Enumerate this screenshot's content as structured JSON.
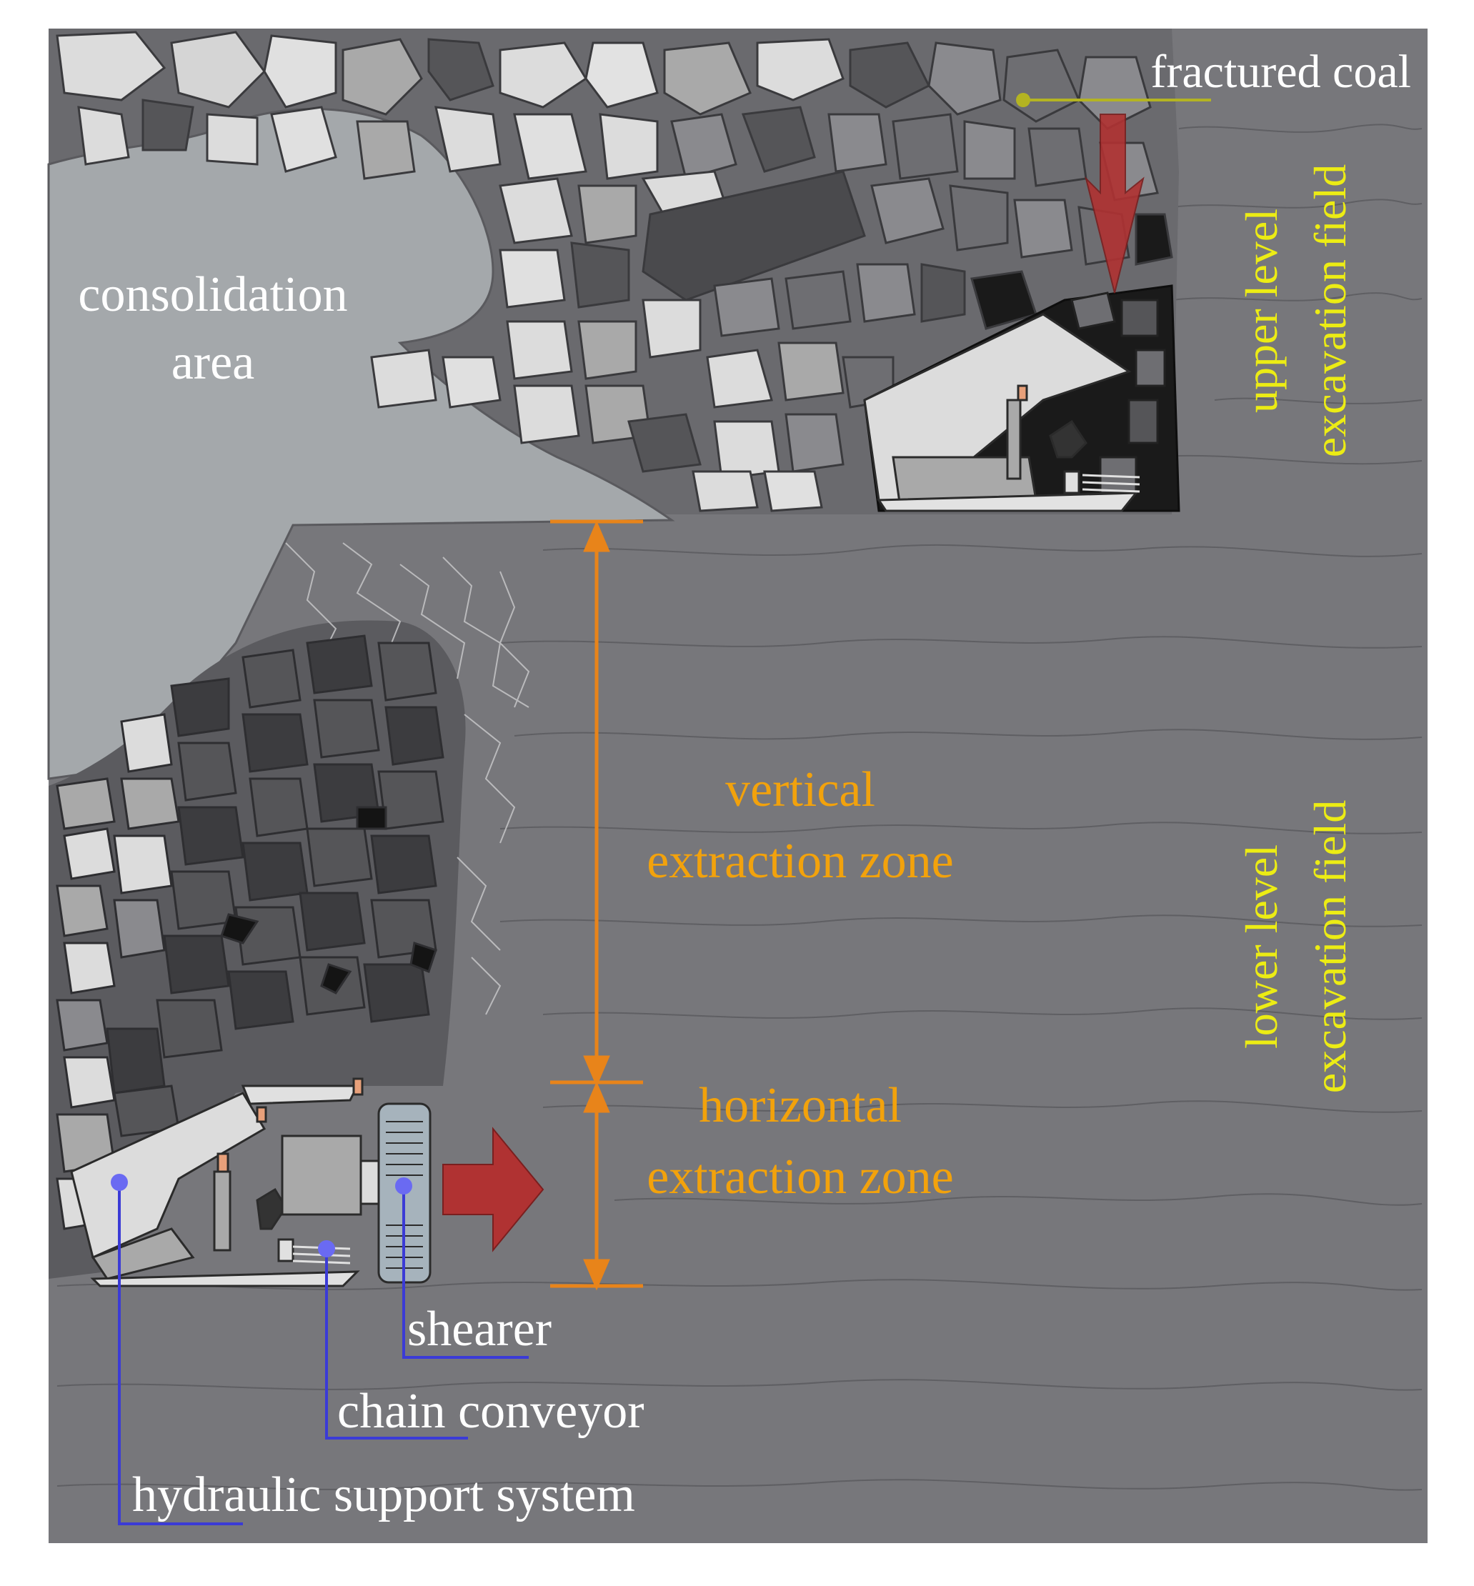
{
  "labels": {
    "fractured_coal": "fractured coal",
    "consolidation_line1": "consolidation",
    "consolidation_line2": "area",
    "upper_field_line1": "upper level",
    "upper_field_line2": "excavation field",
    "lower_field_line1": "lower level",
    "lower_field_line2": "excavation field",
    "vertical_zone_line1": "vertical",
    "vertical_zone_line2": "extraction zone",
    "horizontal_zone_line1": "horizontal",
    "horizontal_zone_line2": "extraction zone",
    "shearer": "shearer",
    "chain_conveyor": "chain conveyor",
    "hydraulic_support": "hydraulic support system"
  },
  "colors": {
    "coal_seam": "#77777b",
    "consolidation_area": "#a4a8ab",
    "rock_light": "#dcdcdc",
    "rock_mid": "#a9a9a9",
    "rock_dark": "#555558",
    "rock_black": "#141414",
    "annotation_orange": "#e8841a",
    "zone_text_orange": "#f2a20c",
    "field_text_yellow": "#ecec14",
    "pointer_blue": "#3b3bd6",
    "pointer_dot_blue": "#6a6af2",
    "arrow_red": "#b03232",
    "coal_pointer_olive": "#b4b422"
  }
}
